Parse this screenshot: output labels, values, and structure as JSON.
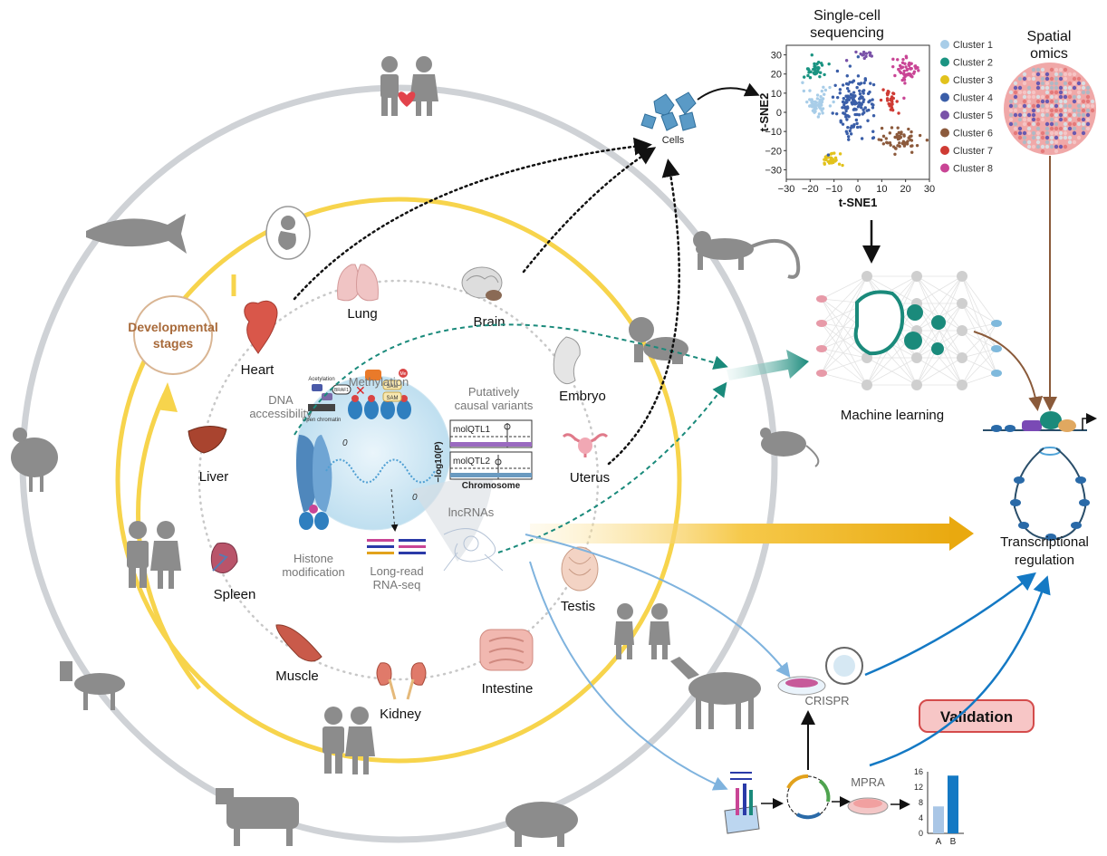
{
  "organs": [
    {
      "id": "heart",
      "label": "Heart"
    },
    {
      "id": "lung",
      "label": "Lung"
    },
    {
      "id": "brain",
      "label": "Brain"
    },
    {
      "id": "embryo",
      "label": "Embryo"
    },
    {
      "id": "uterus",
      "label": "Uterus"
    },
    {
      "id": "testis",
      "label": "Testis"
    },
    {
      "id": "intestine",
      "label": "Intestine"
    },
    {
      "id": "kidney",
      "label": "Kidney"
    },
    {
      "id": "muscle",
      "label": "Muscle"
    },
    {
      "id": "spleen",
      "label": "Spleen"
    },
    {
      "id": "liver",
      "label": "Liver"
    }
  ],
  "developmental": {
    "line1": "Developmental",
    "line2": "stages"
  },
  "center": {
    "dna_access_1": "DNA",
    "dna_access_2": "accessibility",
    "acetylation": "Acetylation",
    "open_chromatin": "Open chromatin",
    "methylation": "Methylation",
    "histone_1": "Histone",
    "histone_2": "modification",
    "longread_1": "Long-read",
    "longread_2": "RNA-seq",
    "putative_1": "Putatively",
    "putative_2": "causal variants",
    "molqtl1": "molQTL1",
    "molqtl2": "molQTL2",
    "chromosome": "Chromosome",
    "logp": "−log10(P)",
    "lncrnas": "lncRNAs",
    "zero1": "0",
    "zero2": "0",
    "brd4": "BRAF1",
    "sam1": "SAM",
    "sam2": "SAM",
    "me": "Me"
  },
  "cells_label": "Cells",
  "single_cell": {
    "title1": "Single-cell",
    "title2": "sequencing"
  },
  "spatial": {
    "title1": "Spatial",
    "title2": "omics"
  },
  "machine_learning": "Machine learning",
  "transcriptional": {
    "line1": "Transcriptional",
    "line2": "regulation"
  },
  "crispr": "CRISPR",
  "mpra": "MPRA",
  "validation": "Validation",
  "colors": {
    "outer_ring": "#c9ccd0",
    "yellow": "#f7d44c",
    "arrow_gold": "#efb21a",
    "teal": "#1a8a7b",
    "blue": "#1479c4",
    "light_blue": "#7fb3de",
    "brown": "#8a5a3a",
    "validation_fill": "#f7c6c6",
    "validation_stroke": "#d44b4b",
    "silhouette": "#8c8c8c"
  },
  "chart_data": [
    {
      "type": "scatter",
      "title": "Single-cell sequencing",
      "xlabel": "t-SNE1",
      "ylabel": "t-SNE2",
      "xlim": [
        -30,
        30
      ],
      "ylim": [
        -35,
        35
      ],
      "xticks": [
        "−30",
        "−20",
        "−10",
        "0",
        "10",
        "20",
        "30"
      ],
      "yticks": [
        "30",
        "20",
        "10",
        "0",
        "−10",
        "−20",
        "−30"
      ],
      "series": [
        {
          "name": "Cluster 1",
          "color": "#a8cde8",
          "center": [
            -17,
            5
          ],
          "spread": [
            5,
            6
          ],
          "n": 55
        },
        {
          "name": "Cluster 2",
          "color": "#1b9482",
          "center": [
            -18,
            22
          ],
          "spread": [
            4,
            4
          ],
          "n": 35
        },
        {
          "name": "Cluster 3",
          "color": "#e2c21c",
          "center": [
            -12,
            -25
          ],
          "spread": [
            4,
            3
          ],
          "n": 30
        },
        {
          "name": "Cluster 4",
          "color": "#3a5ea8",
          "center": [
            -1,
            5
          ],
          "spread": [
            7,
            13
          ],
          "n": 140
        },
        {
          "name": "Cluster 5",
          "color": "#7a52a8",
          "center": [
            3,
            30
          ],
          "spread": [
            3,
            2
          ],
          "n": 14
        },
        {
          "name": "Cluster 6",
          "color": "#8c5a3c",
          "center": [
            18,
            -14
          ],
          "spread": [
            7,
            5
          ],
          "n": 60
        },
        {
          "name": "Cluster 7",
          "color": "#cf3b34",
          "center": [
            14,
            5
          ],
          "spread": [
            3,
            5
          ],
          "n": 28
        },
        {
          "name": "Cluster 8",
          "color": "#c94595",
          "center": [
            20,
            22
          ],
          "spread": [
            5,
            6
          ],
          "n": 55
        }
      ],
      "legend": "right",
      "grid": false
    },
    {
      "type": "bar",
      "categories": [
        "A",
        "B"
      ],
      "values": [
        7,
        15
      ],
      "yticks": [
        "16",
        "12",
        "8",
        "4",
        "0"
      ],
      "ylim": [
        0,
        16
      ]
    }
  ]
}
